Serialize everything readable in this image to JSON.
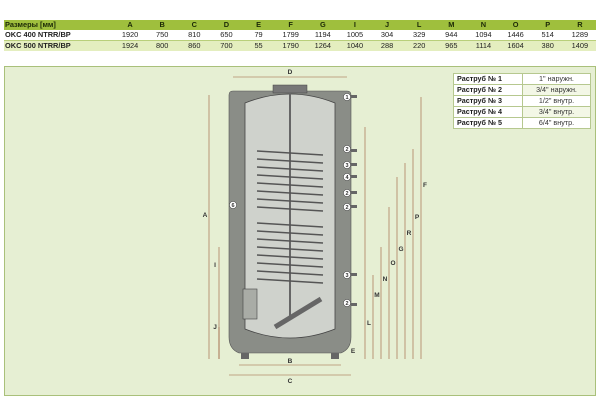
{
  "table": {
    "header_first": "Размеры [мм]",
    "columns": [
      "A",
      "B",
      "C",
      "D",
      "E",
      "F",
      "G",
      "I",
      "J",
      "L",
      "M",
      "N",
      "O",
      "P",
      "R"
    ],
    "rows": [
      {
        "model": "OKC 400 NTRR/BP",
        "values": [
          "1920",
          "750",
          "810",
          "650",
          "79",
          "1799",
          "1194",
          "1005",
          "304",
          "329",
          "944",
          "1094",
          "1446",
          "514",
          "1289"
        ]
      },
      {
        "model": "OKC 500 NTRR/BP",
        "values": [
          "1924",
          "800",
          "860",
          "700",
          "55",
          "1790",
          "1264",
          "1040",
          "288",
          "220",
          "965",
          "1114",
          "1604",
          "380",
          "1409"
        ]
      }
    ]
  },
  "legend": [
    {
      "name": "Раструб № 1",
      "value": "1\" наружн."
    },
    {
      "name": "Раструб № 2",
      "value": "3/4\" наружн."
    },
    {
      "name": "Раструб № 3",
      "value": "1/2\" внутр."
    },
    {
      "name": "Раструб № 4",
      "value": "3/4\" внутр."
    },
    {
      "name": "Раструб № 5",
      "value": "6/4\" внутр."
    }
  ],
  "drawing": {
    "dim_labels": {
      "D": "D",
      "A": "A",
      "B": "B",
      "C": "C",
      "E": "E",
      "F": "F",
      "G": "G",
      "I": "I",
      "J": "J",
      "L": "L",
      "M": "M",
      "N": "N",
      "O": "O",
      "P": "P",
      "R": "R"
    },
    "connections": [
      "1",
      "2",
      "3",
      "4",
      "2",
      "2",
      "3",
      "2",
      "6"
    ]
  },
  "colors": {
    "header_green": "#9fbf3d",
    "row_alt": "#e4eebf",
    "panel_bg": "#e6efd3",
    "tank_body": "#c7cac5",
    "insulation": "#8a8d87",
    "dimension_line": "#9a5a3a"
  }
}
